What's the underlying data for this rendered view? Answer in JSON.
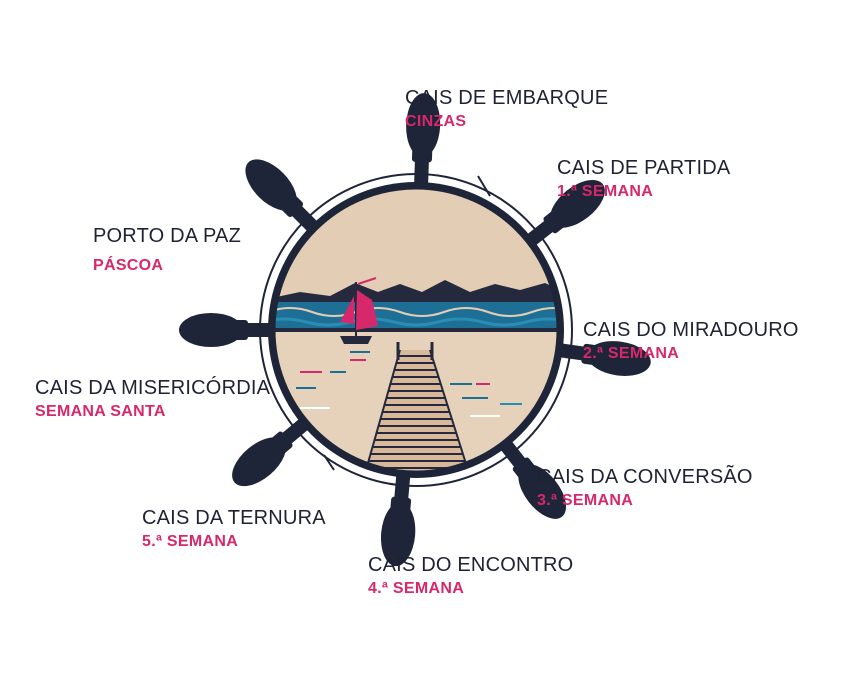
{
  "colors": {
    "accent": "#d6286b",
    "text": "#1f2233",
    "wheel": "#1f2538",
    "sand": "#e3cdb5",
    "sea": "#1d6f96",
    "mountains": "#25293d"
  },
  "stations": [
    {
      "name": "CAIS DE EMBARQUE",
      "period": "CINZAS"
    },
    {
      "name": "CAIS DE PARTIDA",
      "period": "1.ª SEMANA"
    },
    {
      "name": "CAIS DO MIRADOURO",
      "period": "2.ª SEMANA"
    },
    {
      "name": "CAIS DA CONVERSÃO",
      "period": "3.ª SEMANA"
    },
    {
      "name": "CAIS DO ENCONTRO",
      "period": "4.ª SEMANA"
    },
    {
      "name": "CAIS DA TERNURA",
      "period": "5.ª SEMANA"
    },
    {
      "name": "CAIS DA MISERICÓRDIA",
      "period": "SEMANA SANTA"
    },
    {
      "name": "PORTO DA PAZ",
      "period": "PÁSCOA"
    }
  ]
}
